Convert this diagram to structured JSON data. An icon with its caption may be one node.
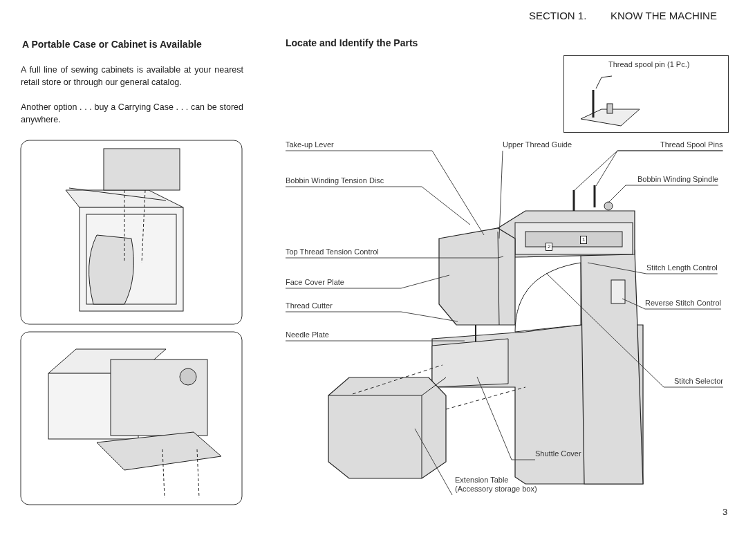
{
  "diagram": {
    "nodes": [
      {
        "text": [
          "Take-up Lever"
        ]
      },
      {
        "text": [
          "Upper Thread Guide"
        ]
      },
      {
        "text": [
          "Thread Spool Pins"
        ]
      },
      {
        "text": [
          "Bobbin Winding Tension Disc"
        ]
      },
      {
        "text": [
          "Bobbin Winding Spindle"
        ]
      },
      {
        "text": [
          "Top Thread Tension Control"
        ]
      },
      {
        "text": [
          "Stitch Length Control"
        ]
      },
      {
        "text": [
          "Face Cover Plate"
        ]
      },
      {
        "text": [
          "Reverse Stitch Control"
        ]
      },
      {
        "text": [
          "Thread Cutter"
        ]
      },
      {
        "text": [
          "Needle Plate"
        ]
      },
      {
        "text": [
          "Stitch Selector"
        ]
      },
      {
        "text": [
          "Shuttle Cover"
        ]
      },
      {
        "text": [
          "Extension Table (Accessory storage box)"
        ]
      },
      {
        "text": [
          "Thread spool pin (1 Pc.)"
        ]
      }
    ],
    "edges": [
      {
        "from": 0,
        "to": null,
        "arrow": "none"
      },
      {
        "from": 1,
        "to": null,
        "arrow": "none"
      },
      {
        "from": 2,
        "to": null,
        "arrow": "none"
      },
      {
        "from": 2,
        "to": null,
        "arrow": "none"
      },
      {
        "from": 3,
        "to": null,
        "arrow": "none"
      },
      {
        "from": 4,
        "to": null,
        "arrow": "none"
      },
      {
        "from": 5,
        "to": null,
        "arrow": "none"
      },
      {
        "from": 6,
        "to": null,
        "arrow": "none"
      },
      {
        "from": 7,
        "to": null,
        "arrow": "none"
      },
      {
        "from": 8,
        "to": null,
        "arrow": "none"
      },
      {
        "from": 9,
        "to": null,
        "arrow": "none"
      },
      {
        "from": 10,
        "to": null,
        "arrow": "none"
      },
      {
        "from": 11,
        "to": null,
        "arrow": "none"
      },
      {
        "from": 12,
        "to": null,
        "arrow": "none"
      },
      {
        "from": 13,
        "to": null,
        "arrow": "none"
      }
    ],
    "labels": [
      "SECTION 1.",
      "KNOW THE MACHINE",
      "A Portable Case or Cabinet is Available",
      "Locate and Identify the Parts",
      "A full line of sewing cabinets is available at your nearest retail store or through our general catalog.",
      "Another option . . . buy a Carrying Case . . . can be stored anywhere.",
      "2",
      "1",
      "3"
    ]
  }
}
